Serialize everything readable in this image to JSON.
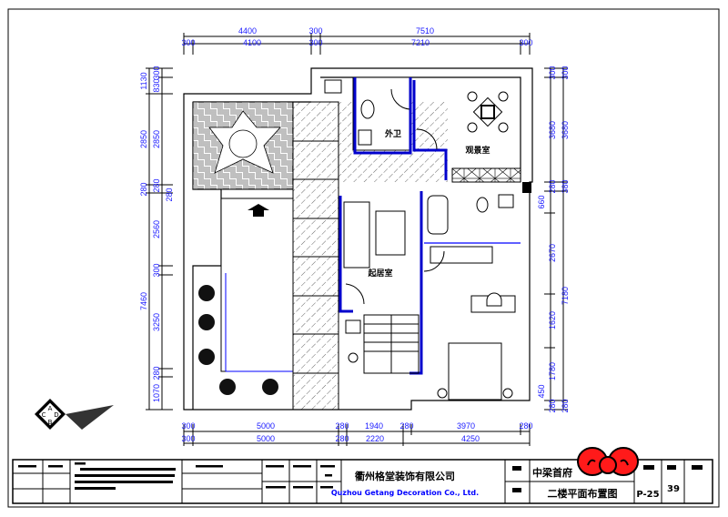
{
  "dimensions": {
    "top_outer": [
      "4400",
      "300",
      "7510"
    ],
    "top_inner": [
      "300",
      "4100",
      "300",
      "7210",
      "300"
    ],
    "left_outer": [
      "1130",
      "2850",
      "280",
      "7460"
    ],
    "left_inner": [
      "300",
      "830",
      "2850",
      "280",
      "280",
      "2560",
      "300",
      "3250",
      "280",
      "1070"
    ],
    "right_outer": [
      "300",
      "3680",
      "280",
      "660",
      "2670",
      "1620",
      "1780",
      "280",
      "450"
    ],
    "right_inner": [
      "300",
      "3680",
      "380",
      "7180",
      "280"
    ],
    "bottom_upper": [
      "300",
      "5000",
      "280",
      "1940",
      "280",
      "3970",
      "280"
    ],
    "bottom_lower": [
      "300",
      "5000",
      "280",
      "2220",
      "4250"
    ]
  },
  "rooms": {
    "bathroom": "外卫",
    "viewing_room": "观景室",
    "living_room": "起居室"
  },
  "compass": {
    "letters": [
      "A",
      "B",
      "C",
      "D"
    ]
  },
  "title_block": {
    "company_cn": "衢州格堂装饰有限公司",
    "company_en": "Quzhou Getang Decoration Co., Ltd.",
    "project_name": "中梁首府",
    "drawing_name": "二楼平面布置图",
    "drawing_number": "P-25",
    "page_number": "39"
  },
  "colors": {
    "dimension": "#1a1aff",
    "wall_highlight": "#0000cc",
    "bow": "#ff1a1a"
  }
}
